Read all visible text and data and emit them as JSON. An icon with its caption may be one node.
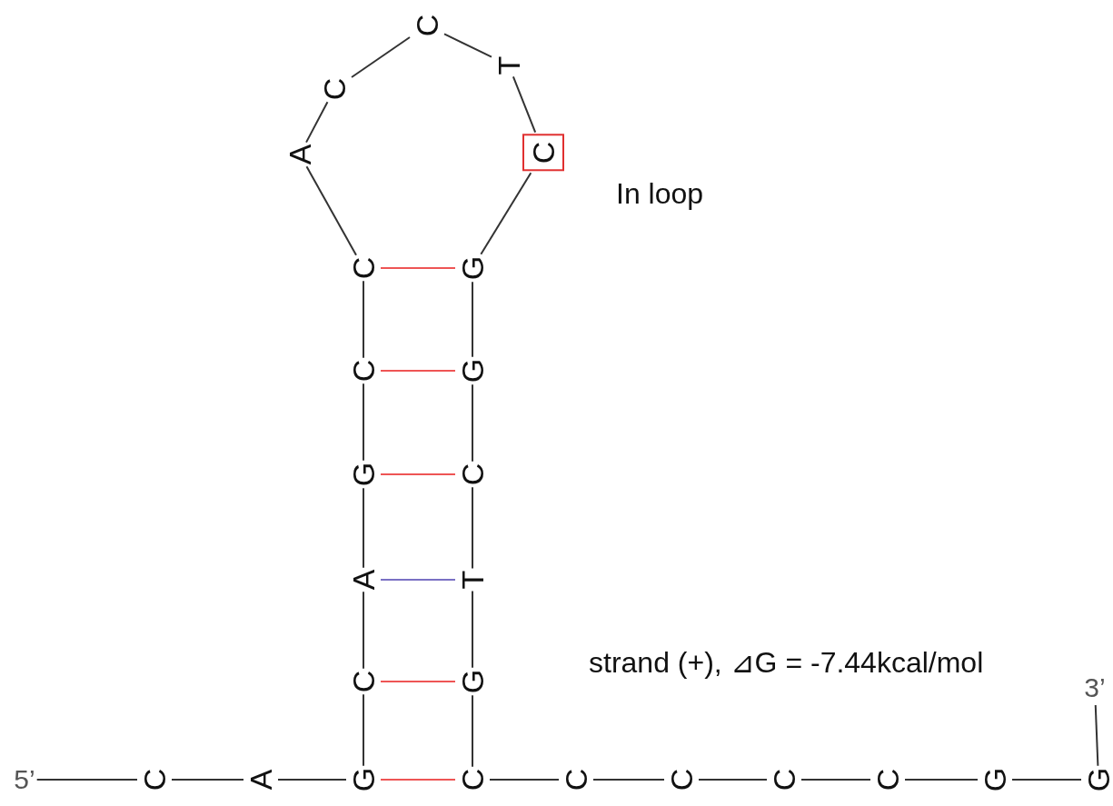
{
  "diagram": {
    "nodes": [
      {
        "text": [
          "5’"
        ]
      },
      {
        "text": [
          "C"
        ]
      },
      {
        "text": [
          "A"
        ]
      },
      {
        "text": [
          "G"
        ]
      },
      {
        "text": [
          "C"
        ]
      },
      {
        "text": [
          "A"
        ]
      },
      {
        "text": [
          "G"
        ]
      },
      {
        "text": [
          "C"
        ]
      },
      {
        "text": [
          "C"
        ]
      },
      {
        "text": [
          "A"
        ]
      },
      {
        "text": [
          "C"
        ]
      },
      {
        "text": [
          "C"
        ]
      },
      {
        "text": [
          "T"
        ]
      },
      {
        "text": [
          "C"
        ]
      },
      {
        "text": [
          "G"
        ]
      },
      {
        "text": [
          "G"
        ]
      },
      {
        "text": [
          "C"
        ]
      },
      {
        "text": [
          "T"
        ]
      },
      {
        "text": [
          "G"
        ]
      },
      {
        "text": [
          "C"
        ]
      },
      {
        "text": [
          "C"
        ]
      },
      {
        "text": [
          "C"
        ]
      },
      {
        "text": [
          "C"
        ]
      },
      {
        "text": [
          "C"
        ]
      },
      {
        "text": [
          "G"
        ]
      },
      {
        "text": [
          "G"
        ]
      },
      {
        "text": [
          "3’"
        ]
      }
    ],
    "edges": [
      {
        "from": 0,
        "to": 1,
        "arrow": "none"
      },
      {
        "from": 1,
        "to": 2,
        "arrow": "none"
      },
      {
        "from": 2,
        "to": 3,
        "arrow": "none"
      },
      {
        "from": 3,
        "to": 4,
        "arrow": "none"
      },
      {
        "from": 4,
        "to": 5,
        "arrow": "none"
      },
      {
        "from": 5,
        "to": 6,
        "arrow": "none"
      },
      {
        "from": 6,
        "to": 7,
        "arrow": "none"
      },
      {
        "from": 7,
        "to": 8,
        "arrow": "none"
      },
      {
        "from": 8,
        "to": 9,
        "arrow": "none"
      },
      {
        "from": 9,
        "to": 10,
        "arrow": "none"
      },
      {
        "from": 10,
        "to": 11,
        "arrow": "none"
      },
      {
        "from": 11,
        "to": 12,
        "arrow": "none"
      },
      {
        "from": 12,
        "to": 13,
        "arrow": "none"
      },
      {
        "from": 13,
        "to": 14,
        "arrow": "none"
      },
      {
        "from": 14,
        "to": 15,
        "arrow": "none"
      },
      {
        "from": 15,
        "to": 16,
        "arrow": "none"
      },
      {
        "from": 16,
        "to": 17,
        "arrow": "none"
      },
      {
        "from": 17,
        "to": 18,
        "arrow": "none"
      },
      {
        "from": 18,
        "to": 19,
        "arrow": "none"
      },
      {
        "from": 19,
        "to": 20,
        "arrow": "none"
      },
      {
        "from": 20,
        "to": 21,
        "arrow": "none"
      },
      {
        "from": 21,
        "to": 22,
        "arrow": "none"
      },
      {
        "from": 22,
        "to": 23,
        "arrow": "none"
      },
      {
        "from": 23,
        "to": 24,
        "arrow": "none"
      },
      {
        "from": 24,
        "to": 25,
        "arrow": "none"
      },
      {
        "from": 25,
        "to": 26,
        "arrow": "none"
      },
      {
        "from": 3,
        "to": 19,
        "arrow": "none",
        "color": "#ee5555"
      },
      {
        "from": 4,
        "to": 18,
        "arrow": "none",
        "color": "#ee5555"
      },
      {
        "from": 5,
        "to": 17,
        "arrow": "none",
        "color": "#7a70c4"
      },
      {
        "from": 6,
        "to": 16,
        "arrow": "none",
        "color": "#ee5555"
      },
      {
        "from": 7,
        "to": 15,
        "arrow": "none",
        "color": "#ee5555"
      },
      {
        "from": 8,
        "to": 14,
        "arrow": "none",
        "color": "#ee5555"
      }
    ],
    "labels": [
      "In loop",
      "strand (+), ⊿G = -7.44kcal/mol"
    ]
  }
}
